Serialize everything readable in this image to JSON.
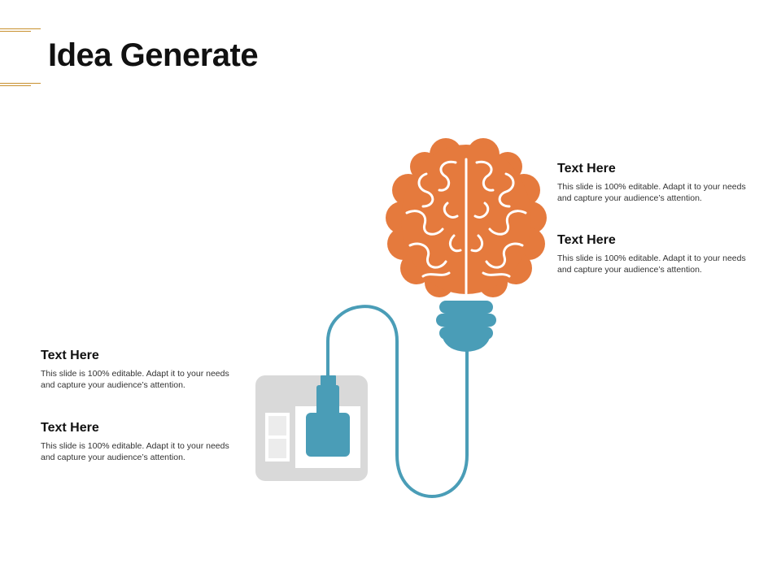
{
  "slide": {
    "title": "Idea Generate"
  },
  "text_blocks": [
    {
      "heading": "Text Here",
      "body": "This slide is 100% editable. Adapt it to your needs and capture your audience’s attention."
    },
    {
      "heading": "Text Here",
      "body": "This slide is 100% editable. Adapt it to your needs and capture your audience’s attention."
    },
    {
      "heading": "Text Here",
      "body": "This slide is 100% editable. Adapt it to your needs and capture your audience’s attention."
    },
    {
      "heading": "Text Here",
      "body": "This slide is 100% editable. Adapt it to your needs and capture your audience’s attention."
    }
  ],
  "colors": {
    "accent": "#c8902e",
    "brain": "#e57a3d",
    "plug": "#4a9db7",
    "socket": "#d9d9d9"
  },
  "icons": {
    "brain": "brain-icon",
    "plug": "plug-icon",
    "socket": "socket-icon",
    "cable": "cable-icon"
  }
}
